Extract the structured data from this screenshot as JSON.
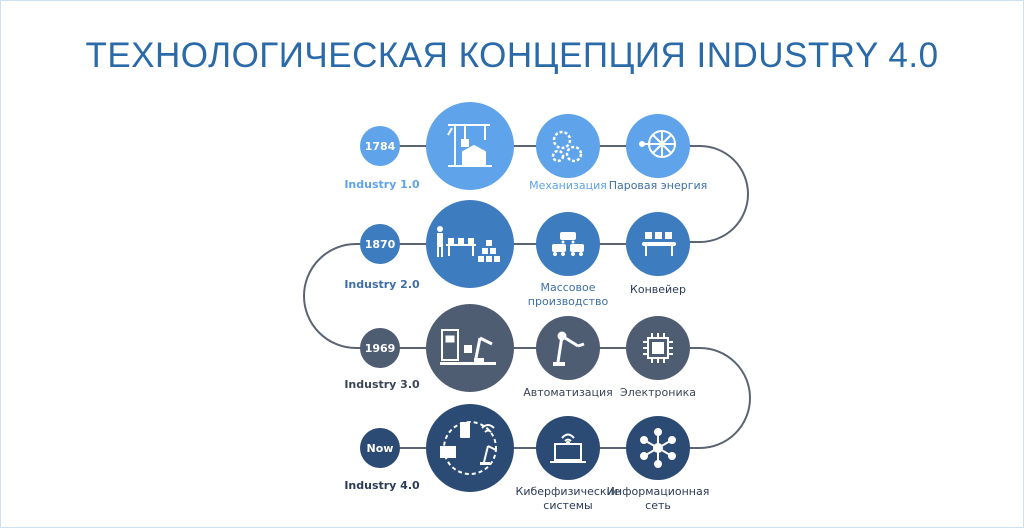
{
  "title": "ТЕХНОЛОГИЧЕСКАЯ КОНЦЕПЦИЯ INDUSTRY 4.0",
  "colors": {
    "row1": "#5fa3ea",
    "row2": "#3e7cc0",
    "row3": "#4f5d73",
    "row4": "#2b4a74",
    "connector": "#5a6472",
    "label1": "#5fa3ea",
    "label2": "#3e6fa8",
    "label3": "#3b4556",
    "label4": "#2b3a55"
  },
  "rows": [
    {
      "year": "1784",
      "era": "Industry 1.0",
      "main_icon": "oil-derrick-factory-icon",
      "items": [
        {
          "label": "Механизация",
          "icon": "gears-icon"
        },
        {
          "label": "Паровая энергия",
          "icon": "steam-wheel-icon"
        }
      ]
    },
    {
      "year": "1870",
      "era": "Industry 2.0",
      "main_icon": "assembly-line-icon",
      "items": [
        {
          "label": "Массовое\nпроизводство",
          "icon": "mass-production-icon"
        },
        {
          "label": "Конвейер",
          "icon": "conveyor-icon"
        }
      ]
    },
    {
      "year": "1969",
      "era": "Industry 3.0",
      "main_icon": "robot-station-icon",
      "items": [
        {
          "label": "Автоматизация",
          "icon": "robot-arm-icon"
        },
        {
          "label": "Электроника",
          "icon": "chip-icon"
        }
      ]
    },
    {
      "year": "Now",
      "era": "Industry 4.0",
      "main_icon": "cyber-physical-icon",
      "items": [
        {
          "label": "Киберфизические\nсистемы",
          "icon": "laptop-wireless-icon"
        },
        {
          "label": "Информационная\nсеть",
          "icon": "network-hub-icon"
        }
      ]
    }
  ]
}
